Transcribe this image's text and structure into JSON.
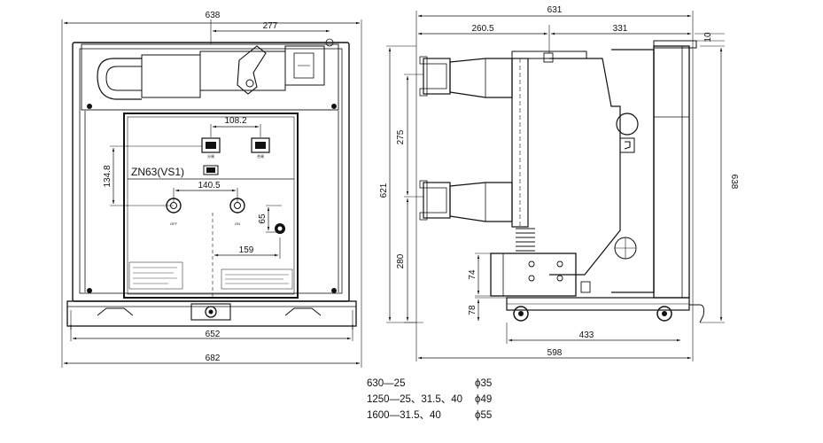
{
  "front_view": {
    "dims": {
      "overall_width": "638",
      "upper_offset": "277",
      "button_spacing": "108.2",
      "panel_height": "134.8",
      "knob_spacing": "140.5",
      "knob_height": "65",
      "lamp_offset": "159",
      "base_width": "652",
      "footprint_width": "682"
    },
    "model_label": "ZN63(VS1)",
    "button_left_label": "分闸",
    "button_right_label": "合闸",
    "knob_left_label": "OFF",
    "knob_right_label": "ON"
  },
  "side_view": {
    "dims": {
      "overall_depth": "631",
      "contact_offset": "260.5",
      "rear_offset": "331",
      "top_gap": "10",
      "contact_spacing": "275",
      "total_height": "621",
      "right_height": "638",
      "lower_height": "280",
      "block_height": "74",
      "wheel_height": "78",
      "wheel_base": "433",
      "depth_base": "598"
    }
  },
  "spec_table": [
    {
      "rating": "630—25",
      "diameter": "ϕ35"
    },
    {
      "rating": "1250—25、31.5、40",
      "diameter": "ϕ49"
    },
    {
      "rating": "1600—31.5、40",
      "diameter": "ϕ55"
    }
  ]
}
